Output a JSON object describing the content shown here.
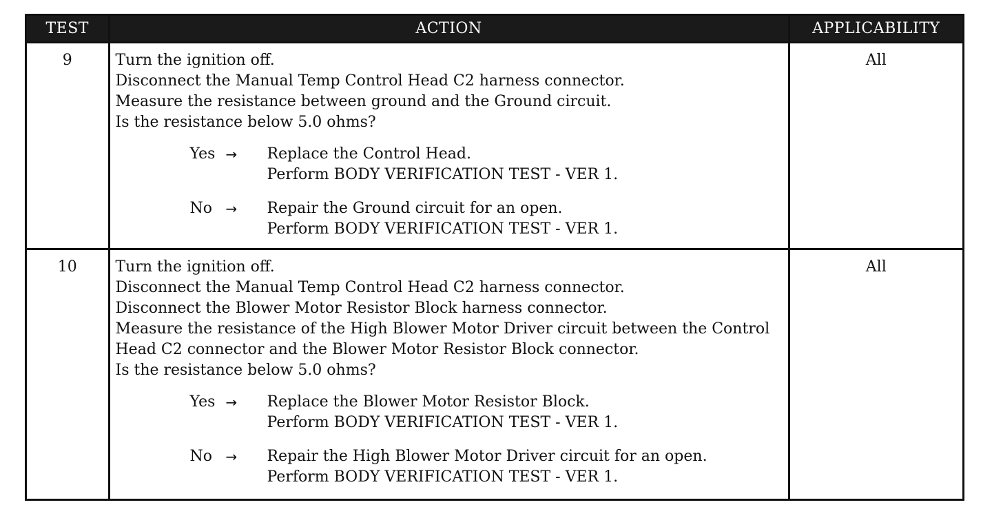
{
  "headers": {
    "test": "TEST",
    "action": "ACTION",
    "applicability": "APPLICABILITY"
  },
  "rows": [
    {
      "test": "9",
      "applicability": "All",
      "steps": [
        "Turn the ignition off.",
        "Disconnect the Manual Temp Control Head C2 harness connector.",
        "Measure the resistance between ground and the Ground circuit.",
        "Is the resistance below 5.0 ohms?"
      ],
      "outcomes": [
        {
          "answer": "Yes",
          "arrow": "→",
          "lines": [
            "Replace the Control Head.",
            "Perform BODY VERIFICATION TEST - VER 1."
          ]
        },
        {
          "answer": "No",
          "arrow": "→",
          "lines": [
            "Repair the Ground circuit for an open.",
            "Perform BODY VERIFICATION TEST - VER 1."
          ]
        }
      ]
    },
    {
      "test": "10",
      "applicability": "All",
      "steps": [
        "Turn the ignition off.",
        "Disconnect the Manual Temp Control Head C2 harness connector.",
        "Disconnect the Blower Motor Resistor Block harness connector.",
        "Measure the resistance of the High Blower Motor Driver circuit between the Control",
        "Head C2 connector and the Blower Motor Resistor Block connector.",
        "Is the resistance below 5.0 ohms?"
      ],
      "outcomes": [
        {
          "answer": "Yes",
          "arrow": "→",
          "lines": [
            "Replace the Blower Motor Resistor Block.",
            "Perform BODY VERIFICATION TEST - VER 1."
          ]
        },
        {
          "answer": "No",
          "arrow": "→",
          "lines": [
            "Repair the High Blower Motor Driver circuit for an open.",
            "Perform BODY VERIFICATION TEST - VER 1."
          ]
        }
      ]
    }
  ]
}
